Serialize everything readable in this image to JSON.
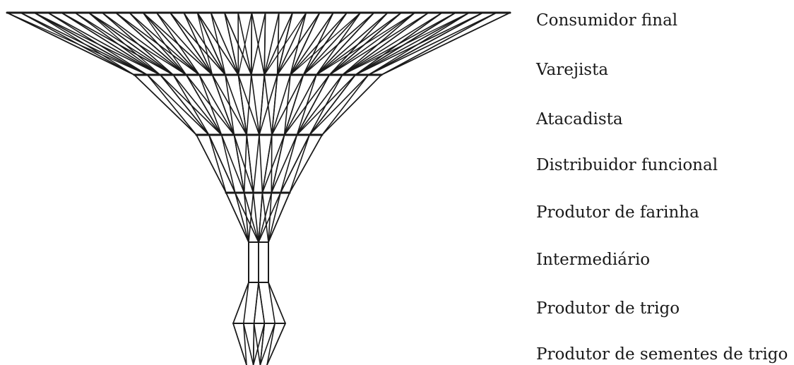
{
  "stages": [
    {
      "label": "Consumidor final"
    },
    {
      "label": "Varejista"
    },
    {
      "label": "Atacadista"
    },
    {
      "label": "Distribuidor funcional"
    },
    {
      "label": "Produtor de farinha"
    },
    {
      "label": "Intermediário"
    },
    {
      "label": "Produtor de trigo"
    },
    {
      "label": "Produtor de sementes de trigo"
    }
  ],
  "colors": {
    "line": "#1a1a1a",
    "text": "#1a1a1a",
    "background": "#ffffff"
  }
}
